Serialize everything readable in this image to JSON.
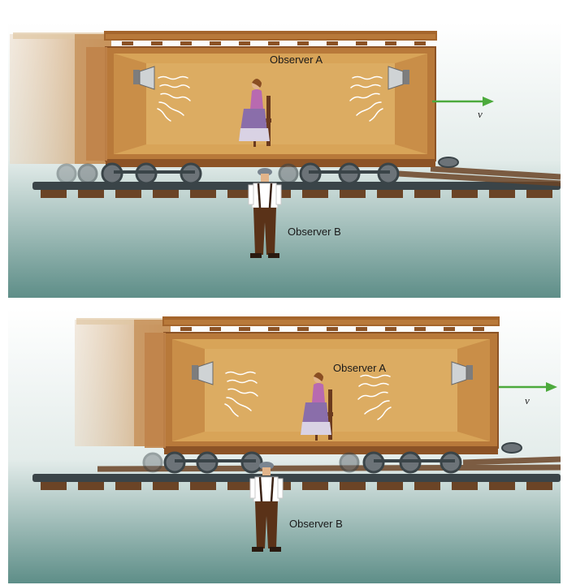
{
  "panels": [
    {
      "id": "top",
      "observer_a_label": "Observer A",
      "observer_b_label": "Observer B",
      "velocity_label": "v"
    },
    {
      "id": "bottom",
      "observer_a_label": "Observer A",
      "observer_b_label": "Observer B",
      "velocity_label": "v"
    }
  ],
  "colors": {
    "background_gradient_top": "#ffffff",
    "background_gradient_bottom": "#5e8e88",
    "boxcar_body": "#b8793a",
    "boxcar_interior": "#d8a458",
    "boxcar_trim": "#8c5326",
    "velocity_arrow": "#4caa3c",
    "light_rays": "#ffffff",
    "rail": "#3a4448",
    "ties": "#6b4426"
  },
  "icons": [
    "lamp-icon",
    "light-rays-icon",
    "velocity-arrow-icon",
    "seated-woman-figure",
    "standing-man-figure"
  ]
}
